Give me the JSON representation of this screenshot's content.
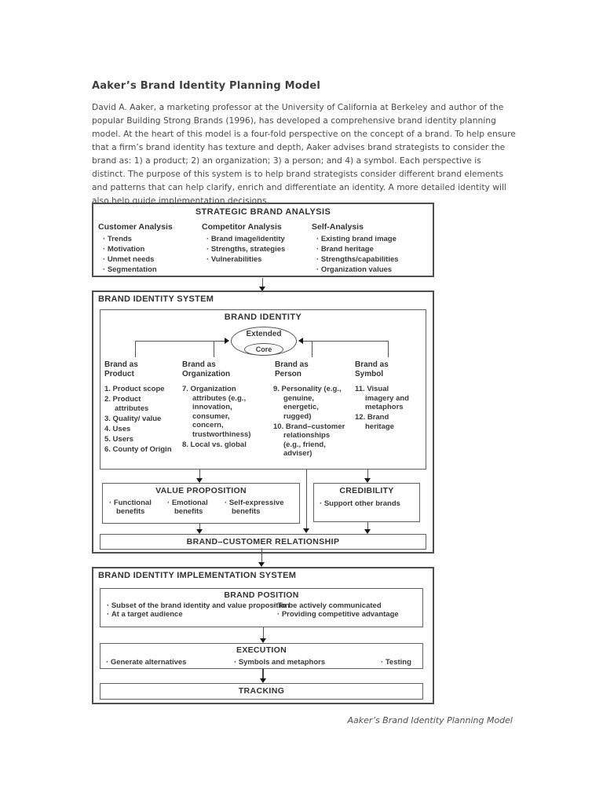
{
  "colors": {
    "ink": "#3f3f3f",
    "border": "#4f4f4f",
    "background": "#ffffff"
  },
  "page": {
    "title": "Aaker’s Brand Identity Planning Model",
    "body": "David A. Aaker, a marketing professor at the University of California at Berkeley and author of the popular Building Strong Brands (1996), has developed a comprehensive brand identity planning model. At the heart of this model is a four-fold perspective on the concept of a brand. To help ensure that a firm’s brand identity has texture and depth, Aaker advises brand strategists to consider the brand as: 1) a product; 2) an organization; 3) a person; and 4) a symbol. Each perspective is distinct. The purpose of this system is to help brand strategists consider different brand elements and patterns that can help clarify, enrich and differentiate an identity. A more detailed identity will also help guide implementation decisions.",
    "caption": "Aaker’s Brand Identity Planning Model"
  },
  "strategic": {
    "title": "STRATEGIC BRAND ANALYSIS",
    "columns": [
      {
        "heading": "Customer Analysis",
        "items": [
          "Trends",
          "Motivation",
          "Unmet needs",
          "Segmentation"
        ]
      },
      {
        "heading": "Competitor Analysis",
        "items": [
          "Brand image/identity",
          "Strengths, strategies",
          "Vulnerabilities"
        ]
      },
      {
        "heading": "Self-Analysis",
        "items": [
          "Existing brand image",
          "Brand heritage",
          "Strengths/capabilities",
          "Organization values"
        ]
      }
    ]
  },
  "system": {
    "title": "BRAND IDENTITY SYSTEM",
    "identity": {
      "title": "BRAND IDENTITY",
      "extended": "Extended",
      "core": "Core",
      "perspectives": [
        {
          "heading": "Brand as Product",
          "items": [
            "1. Product scope",
            "2. Product attributes",
            "3. Quality/ value",
            "4. Uses",
            "5. Users",
            "6. County of Origin"
          ]
        },
        {
          "heading": "Brand as Organization",
          "items": [
            "7. Organization attributes (e.g., innovation, consumer, concern, trustworthiness)",
            "8. Local vs. global"
          ]
        },
        {
          "heading": "Brand as Person",
          "items": [
            "9. Personality (e.g., genuine, energetic, rugged)",
            "10. Brand–customer relationships (e.g., friend, adviser)"
          ]
        },
        {
          "heading": "Brand as Symbol",
          "items": [
            "11. Visual imagery and metaphors",
            "12. Brand heritage"
          ]
        }
      ]
    },
    "value_proposition": {
      "title": "VALUE PROPOSITION",
      "items": [
        "Functional benefits",
        "Emotional benefits",
        "Self-expressive benefits"
      ]
    },
    "credibility": {
      "title": "CREDIBILITY",
      "items": [
        "Support other brands"
      ]
    },
    "relationship": "BRAND–CUSTOMER RELATIONSHIP"
  },
  "implementation": {
    "title": "BRAND IDENTITY IMPLEMENTATION SYSTEM",
    "position": {
      "title": "BRAND POSITION",
      "left_items": [
        "Subset of the brand identity and value proposition",
        "At a target audience"
      ],
      "right_items": [
        "To be actively communicated",
        "Providing competitive advantage"
      ]
    },
    "execution": {
      "title": "EXECUTION",
      "items": [
        "Generate alternatives",
        "Symbols and metaphors",
        "Testing"
      ]
    },
    "tracking": "TRACKING"
  }
}
